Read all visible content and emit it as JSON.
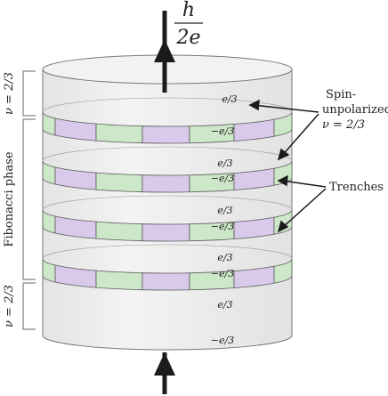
{
  "flux": {
    "numerator": "h",
    "denominator": "2e"
  },
  "phases": {
    "top": "ν = 2/3",
    "middle": "Fibonacci phase",
    "bottom": "ν = 2/3"
  },
  "annotations": {
    "spin_line1": "Spin-",
    "spin_line2": "unpolarized",
    "spin_line3": "ν = 2/3",
    "trenches": "Trenches"
  },
  "charges": {
    "pos": "e/3",
    "neg": "−e/3"
  },
  "colors": {
    "cylinder": "#ededed",
    "edge": "#777777",
    "trench_green": "#cde8c8",
    "trench_purple": "#d9c9ea",
    "arrow": "#1b1b1b",
    "bracket": "#999999"
  }
}
